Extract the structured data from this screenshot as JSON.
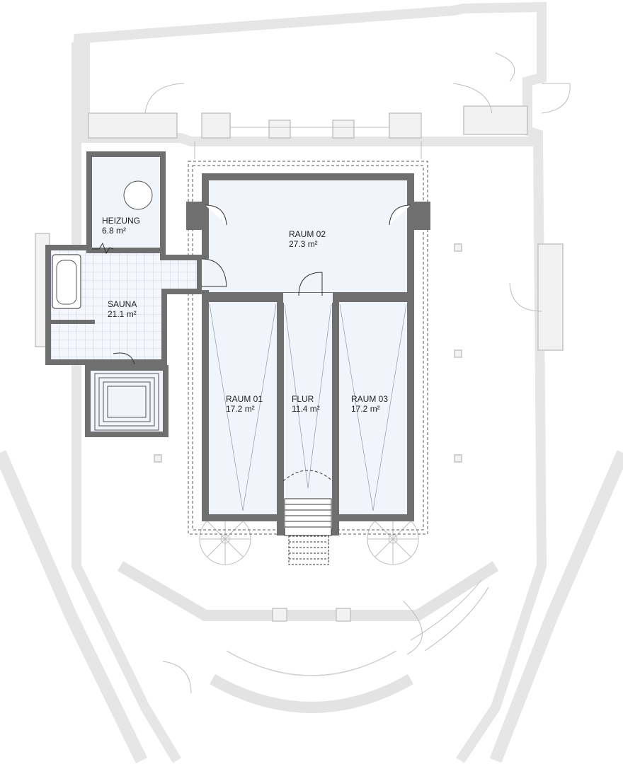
{
  "rooms": {
    "heizung": {
      "name": "HEIZUNG",
      "area": "6.8 m²"
    },
    "sauna": {
      "name": "SAUNA",
      "area": "21.1 m²"
    },
    "raum02": {
      "name": "RAUM 02",
      "area": "27.3 m²"
    },
    "raum01": {
      "name": "RAUM 01",
      "area": "17.2 m²"
    },
    "flur": {
      "name": "FLUR",
      "area": "11.4 m²"
    },
    "raum03": {
      "name": "RAUM 03",
      "area": "17.2 m²"
    }
  },
  "colors": {
    "existing_fill": "#f2f2f2",
    "existing_stroke": "#c4c4c4",
    "new_wall": "#6f6f6f",
    "new_wall_edge": "#3a3a3a",
    "room_fill": "#f1f4fb",
    "tile_line": "#c9d3e6"
  }
}
